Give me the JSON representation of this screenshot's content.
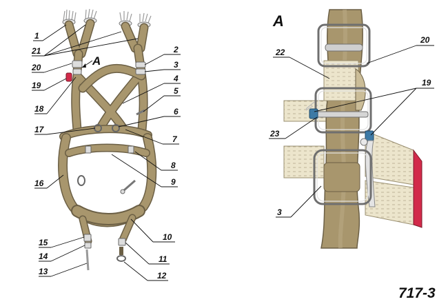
{
  "figure_code": "717-3",
  "detail_letter": "A",
  "colors": {
    "strap": "#a8966d",
    "strap_dark": "#6b5f45",
    "tape": "#ece5cc",
    "metal": "#c9c9c9",
    "clip_blue": "#3d7aa6",
    "red": "#d22a4a"
  },
  "left_callouts": {
    "n1": "1",
    "n2": "2",
    "n3": "3",
    "n4": "4",
    "n5": "5",
    "n6": "6",
    "n7": "7",
    "n8": "8",
    "n9": "9",
    "n10": "10",
    "n11": "11",
    "n12": "12",
    "n13": "13",
    "n14": "14",
    "n15": "15",
    "n16": "16",
    "n17": "17",
    "n18": "18",
    "n19": "19",
    "n20": "20",
    "n21": "21"
  },
  "right_callouts": {
    "n3": "3",
    "n19": "19",
    "n20": "20",
    "n22": "22",
    "n23": "23"
  }
}
